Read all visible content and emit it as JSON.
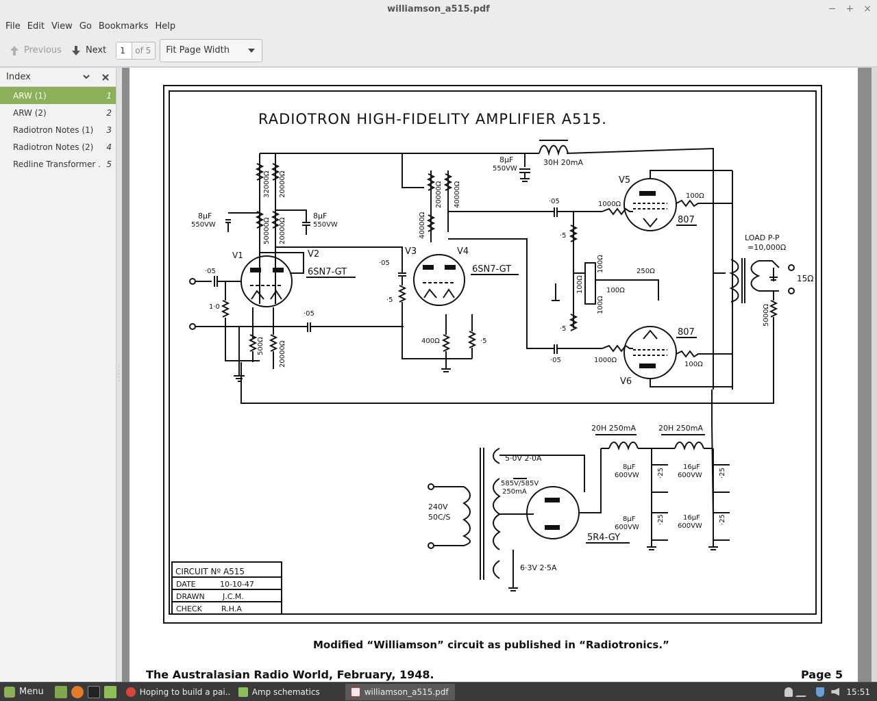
{
  "window": {
    "title": "williamson_a515.pdf",
    "controls": [
      "−",
      "+",
      "×"
    ]
  },
  "menu": [
    "File",
    "Edit",
    "View",
    "Go",
    "Bookmarks",
    "Help"
  ],
  "toolbar": {
    "previous": "Previous",
    "next": "Next",
    "page_value": "1",
    "page_of": "of 5",
    "zoom": "Fit Page Width"
  },
  "sidebar": {
    "title": "Index",
    "items": [
      {
        "label": "ARW (1)",
        "page": "1"
      },
      {
        "label": "ARW (2)",
        "page": "2"
      },
      {
        "label": "Radiotron Notes (1)",
        "page": "3"
      },
      {
        "label": "Radiotron Notes (2)",
        "page": "4"
      },
      {
        "label": "Redline Transformer ...",
        "page": "5"
      }
    ]
  },
  "document": {
    "heading": "RADIOTRON  HIGH-FIDELITY  AMPLIFIER  A515.",
    "caption": "Modified “Williamson” circuit as published in “Radiotronics.”",
    "footer_left": "The Australasian Radio World, February, 1948.",
    "footer_right": "Page  5",
    "circuit_block": {
      "circuit": "CIRCUIT  Nº  A515",
      "date_label": "DATE",
      "date_value": "10-10-47",
      "drawn_label": "DRAWN",
      "drawn_value": "J.C.M.",
      "check_label": "CHECK",
      "check_value": "R.H.A"
    },
    "labels": {
      "v1": "V1",
      "v2": "V2",
      "v3": "V3",
      "v4": "V4",
      "v5": "V5",
      "v6": "V6",
      "tube_a": "6SN7-GT",
      "tube_b": "6SN7-GT",
      "tube_c": "807",
      "tube_d": "807",
      "rect": "5R4-GY",
      "choke_top": "30H  20mA",
      "choke_1": "20H  250mA",
      "choke_2": "20H  250mA",
      "cap_8uf_a": "8µF",
      "cap_550_a": "550VW",
      "cap_8uf_b": "8µF",
      "cap_550_b": "550VW",
      "cap_8uf_c": "8µF",
      "cap_550_c": "550VW",
      "r_32000": "32000Ω",
      "r_20000a": "20000Ω",
      "r_50000": "50000Ω",
      "r_20000b": "20000Ω",
      "r_20000c": "20000Ω",
      "r_40000a": "40000Ω",
      "r_40000b": "40000Ω",
      "c05_a": "·05",
      "c05_b": "·05",
      "c05_c": "·05",
      "c05_d": "·05",
      "c05_e": "·05",
      "r_10": "1·0",
      "r_500": "500Ω",
      "r_20000d": "20000Ω",
      "r_5a": "·5",
      "r_400": "400Ω",
      "r_5b": "·5",
      "r_1000a": "1000Ω",
      "r_1000b": "1000Ω",
      "r_100a": "100Ω",
      "r_100b": "100Ω",
      "r_5c": "·5",
      "r_5d": "·5",
      "r_100c": "100Ω",
      "r_100d": "100Ω",
      "r_100e": "100Ω",
      "r_100f": "100Ω",
      "r_250": "250Ω",
      "load": "LOAD P-P",
      "load_val": "=10,000Ω",
      "out": "15Ω",
      "r_5000": "5000Ω",
      "mains": "240V",
      "mains_hz": "50C/S",
      "tap_5v": "5·0V  2·0A",
      "hv": "585V/585V",
      "hv_ma": "250mA",
      "tap_63": "6·3V  2·5A",
      "c_8uf_d": "8µF",
      "c_600_d": "600VW",
      "c_8uf_e": "8µF",
      "c_600_e": "600VW",
      "c_16_a": "16µF",
      "c_600_f": "600VW",
      "c_16_b": "16µF",
      "c_600_g": "600VW",
      "r_25a": "·25",
      "r_25b": "·25",
      "r_25c": "·25",
      "r_25d": "·25"
    }
  },
  "taskbar": {
    "menu": "Menu",
    "tasks": [
      "Hoping to build a pai...",
      "Amp schematics",
      "williamson_a515.pdf"
    ],
    "clock": "15:51"
  },
  "colors": {
    "selection": "#8bb158",
    "taskbar": "#3a3a3a",
    "chrome": "#ececec"
  }
}
